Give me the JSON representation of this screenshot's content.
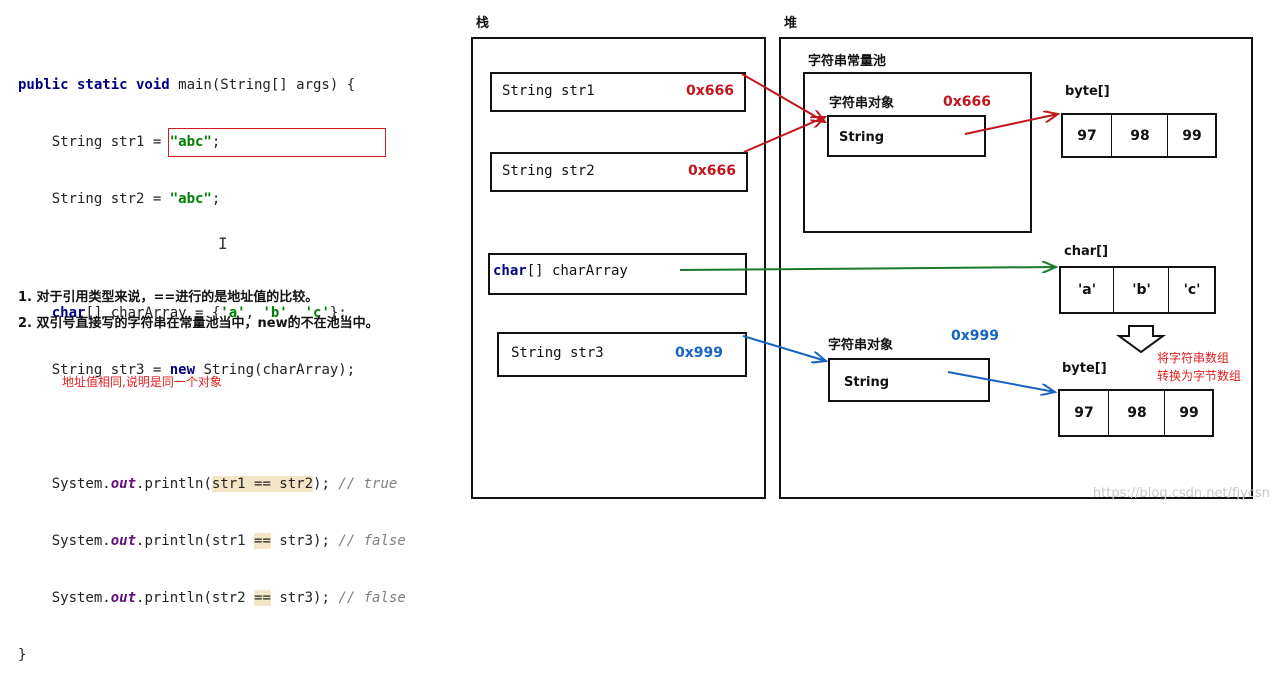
{
  "code": {
    "line1": {
      "kw": "public static void",
      "rest": " main(String[] args) {"
    },
    "line2": {
      "pre": "    String str1 = ",
      "str": "\"abc\"",
      "post": ";"
    },
    "line3": {
      "pre": "    String str2 = ",
      "str": "\"abc\"",
      "post": ";"
    },
    "line5": {
      "pre": "    ",
      "kw": "char",
      "mid": "[] charArray = {",
      "a": "'a'",
      "c1": ", ",
      "b": "'b'",
      "c2": ", ",
      "c": "'c'",
      "post": "};"
    },
    "line6": {
      "pre": "    String str3 = ",
      "kw": "new",
      "post": " String(charArray);"
    },
    "line8": {
      "pre": "    System.",
      "out": "out",
      "mid": ".println(",
      "hl": "str1 == str2",
      "post": "); ",
      "cm": "// true"
    },
    "line9": {
      "pre": "    System.",
      "out": "out",
      "mid": ".println(str1 ",
      "hl": "==",
      "post": " str3); ",
      "cm": "// false"
    },
    "line10": {
      "pre": "    System.",
      "out": "out",
      "mid": ".println(str2 ",
      "hl": "==",
      "post": " str3); ",
      "cm": "// false"
    },
    "line11": "}",
    "cursor": "I"
  },
  "notes": {
    "note1": "1. 对于引用类型来说，==进行的是地址值的比较。",
    "note2": "2. 双引号直接写的字符串在常量池当中，new的不在池当中。",
    "red_note": "地址值相同,说明是同一个对象"
  },
  "stack": {
    "title": "栈",
    "str1": {
      "label": "String str1",
      "addr": "0x666"
    },
    "str2": {
      "label": "String str2",
      "addr": "0x666"
    },
    "chararray": {
      "kw": "char",
      "rest": "[] charArray"
    },
    "str3": {
      "label": "String str3",
      "addr": "0x999"
    }
  },
  "heap": {
    "title": "堆",
    "pool_title": "字符串常量池",
    "pool_obj": {
      "title": "字符串对象",
      "addr": "0x666",
      "inner": "String"
    },
    "byte1": {
      "label": "byte[]",
      "values": [
        "97",
        "98",
        "99"
      ]
    },
    "char": {
      "label": "char[]",
      "values": [
        "'a'",
        "'b'",
        "'c'"
      ]
    },
    "byte2": {
      "label": "byte[]",
      "values": [
        "97",
        "98",
        "99"
      ]
    },
    "obj2": {
      "title": "字符串对象",
      "addr": "0x999",
      "inner": "String"
    },
    "convert_note": [
      "将字符串数组",
      "转换为字节数组"
    ]
  },
  "colors": {
    "red": "#c0161c",
    "green": "#1a7a2a",
    "blue": "#1565c0"
  },
  "watermark": "https://blog.csdn.net/fjycsn"
}
